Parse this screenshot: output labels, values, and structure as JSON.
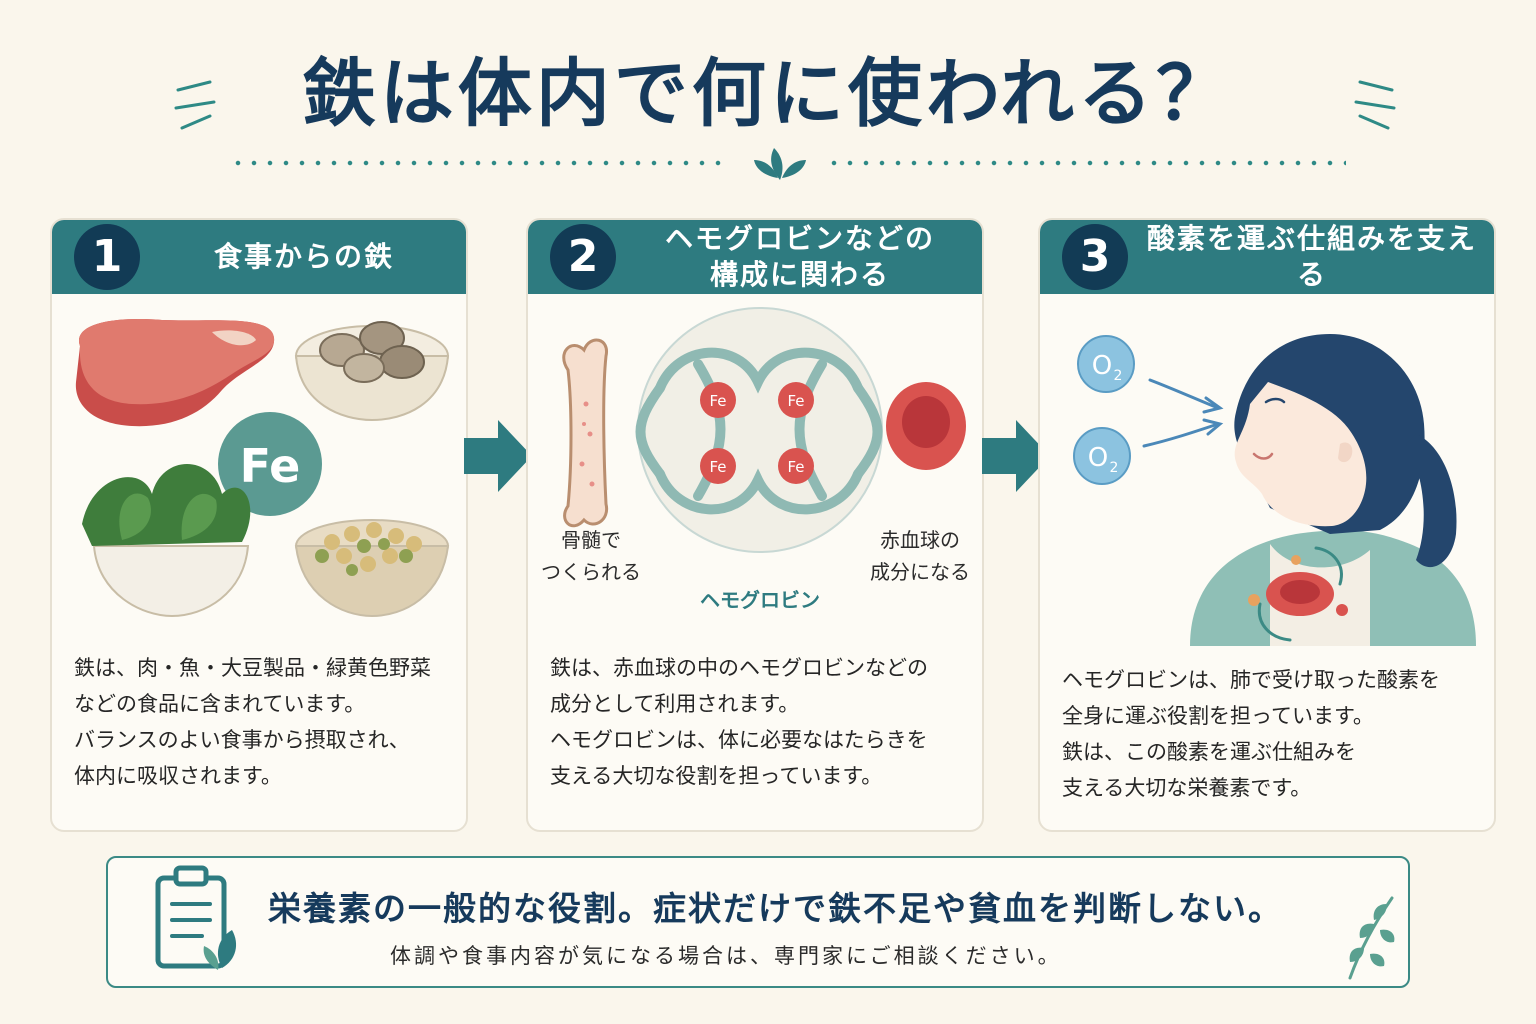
{
  "title": "鉄は体内で何に使われる？",
  "steps": [
    {
      "number": "1",
      "heading": [
        "食事からの鉄"
      ],
      "illustration_labels": {
        "fe": "Fe"
      },
      "body": [
        "鉄は、肉・魚・大豆製品・緑黄色野菜",
        "などの食品に含まれています。",
        "バランスのよい食事から摂取され、",
        "体内に吸収されます。"
      ]
    },
    {
      "number": "2",
      "heading": [
        "ヘモグロビンなどの",
        "構成に関わる"
      ],
      "illustration_labels": {
        "bone": [
          "骨髄で",
          "つくられる"
        ],
        "hemoglobin": "ヘモグロビン",
        "fe": "Fe",
        "rbc": [
          "赤血球の",
          "成分になる"
        ]
      },
      "body": [
        "鉄は、赤血球の中のヘモグロビンなどの",
        "成分として利用されます。",
        "ヘモグロビンは、体に必要なはたらきを",
        "支える大切な役割を担っています。"
      ]
    },
    {
      "number": "3",
      "heading": [
        "酸素を運ぶ仕組みを支える"
      ],
      "illustration_labels": {
        "o2": "O",
        "o2_sub": "2"
      },
      "body": [
        "ヘモグロビンは、肺で受け取った酸素を",
        "全身に運ぶ役割を担っています。",
        "鉄は、この酸素を運ぶ仕組みを",
        "支える大切な栄養素です。"
      ]
    }
  ],
  "notice": {
    "main": "栄養素の一般的な役割。症状だけで鉄不足や貧血を判断しない。",
    "sub": "体調や食事内容が気になる場合は、専門家にご相談ください。"
  },
  "colors": {
    "teal": "#2e7b80",
    "navy": "#163a5c",
    "background": "#faf6ec",
    "red": "#d9534f"
  }
}
